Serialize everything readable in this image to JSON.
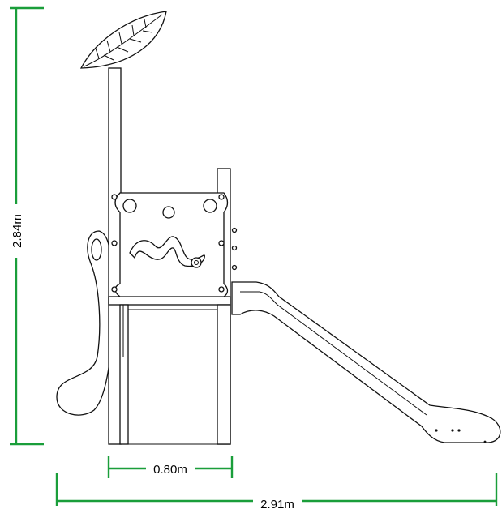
{
  "dimensions": {
    "height_label": "2.84m",
    "width_label": "0.80m",
    "length_label": "2.91m"
  },
  "colors": {
    "dimension_line": "#1a9e3a",
    "outline": "#111111",
    "background": "#ffffff"
  }
}
